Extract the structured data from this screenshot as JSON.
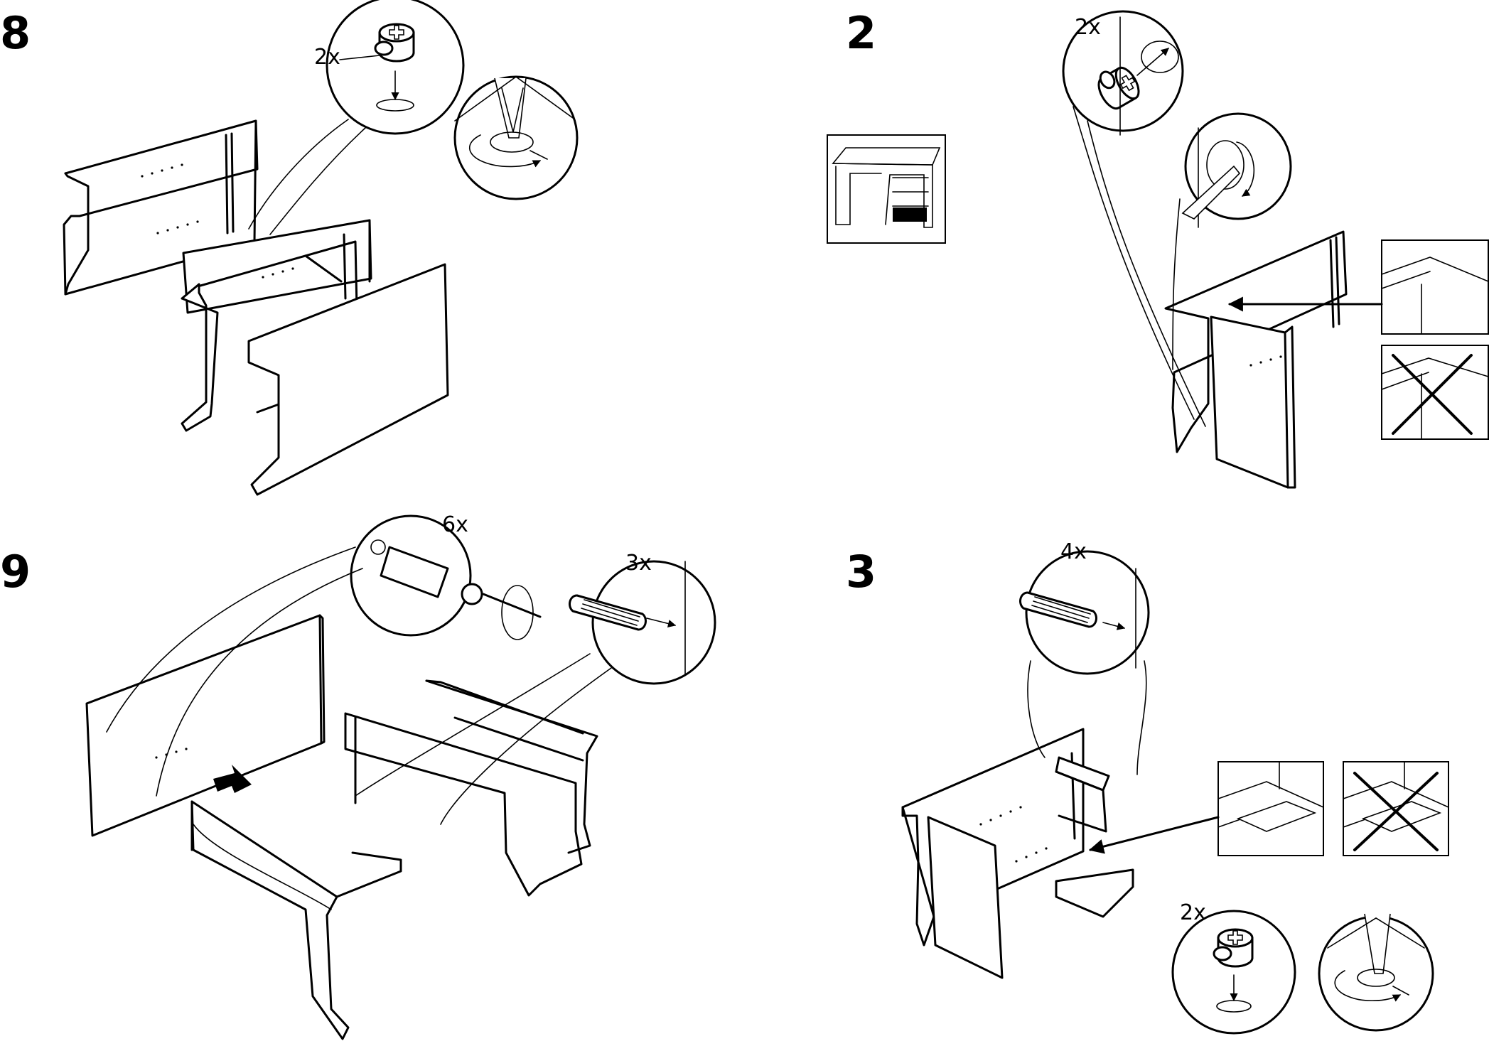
{
  "steps": [
    {
      "number": "8",
      "quantities": [
        "2x"
      ]
    },
    {
      "number": "2",
      "quantities": [
        "2x"
      ]
    },
    {
      "number": "9",
      "quantities": [
        "6x",
        "3x"
      ]
    },
    {
      "number": "3",
      "quantities": [
        "4x",
        "2x"
      ]
    }
  ],
  "icons": [
    "cam-lock-icon",
    "screwdriver-icon",
    "dowel-icon",
    "cam-bolt-icon",
    "cross-out-icon",
    "desk-overview-icon",
    "push-arrow-icon"
  ]
}
